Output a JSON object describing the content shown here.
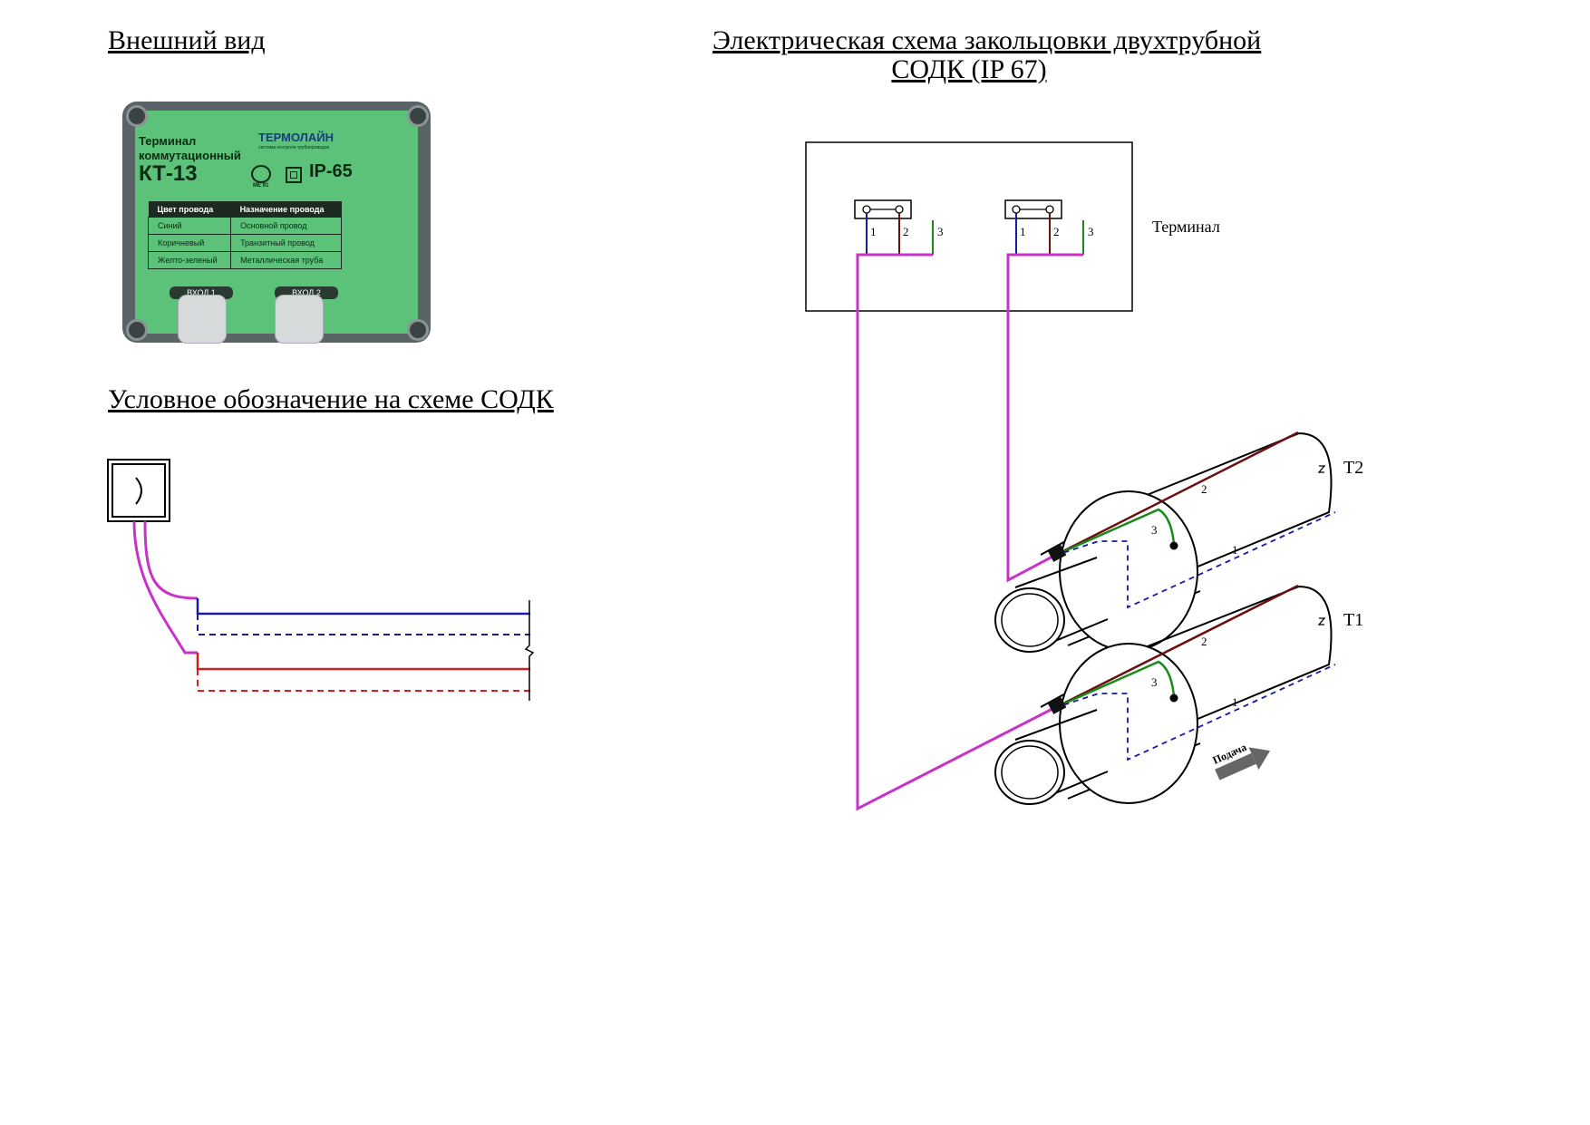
{
  "headings": {
    "appearance": "Внешний вид",
    "symbol": "Условное обозначение на схеме СОДК",
    "schema_line1": "Электрическая схема закольцовки двухтрубной",
    "schema_line2": "СОДК (IP 67)"
  },
  "device": {
    "title_line1": "Терминал",
    "title_line2": "коммутационный",
    "model": "КТ-13",
    "brand": "ТЕРМОЛАЙН",
    "brand_sub": "система контроля трубопроводов",
    "cert": "МЕ 91",
    "ip": "IP-65",
    "table_headers": [
      "Цвет провода",
      "Назначение провода"
    ],
    "table_rows": [
      [
        "Синий",
        "Основной провод"
      ],
      [
        "Коричневый",
        "Транзитный провод"
      ],
      [
        "Желто-зеленый",
        "Металлическая труба"
      ]
    ],
    "inlet1": "ВХОД 1",
    "inlet2": "ВХОД 2"
  },
  "schema": {
    "terminal_label": "Терминал",
    "block1_pins": [
      "1",
      "2",
      "3"
    ],
    "block2_pins": [
      "1",
      "2",
      "3"
    ],
    "pipe_top_label": "T2",
    "pipe_bottom_label": "T1",
    "wire_labels_top": [
      "2",
      "3",
      "1"
    ],
    "wire_labels_bottom": [
      "2",
      "3",
      "1"
    ],
    "flow_label": "Подача"
  },
  "colors": {
    "magenta": "#c832c8",
    "blue": "#1a1aa0",
    "brown": "#6b1010",
    "green": "#1a8a1a",
    "red": "#d02020",
    "device_green": "#5cc27a"
  }
}
